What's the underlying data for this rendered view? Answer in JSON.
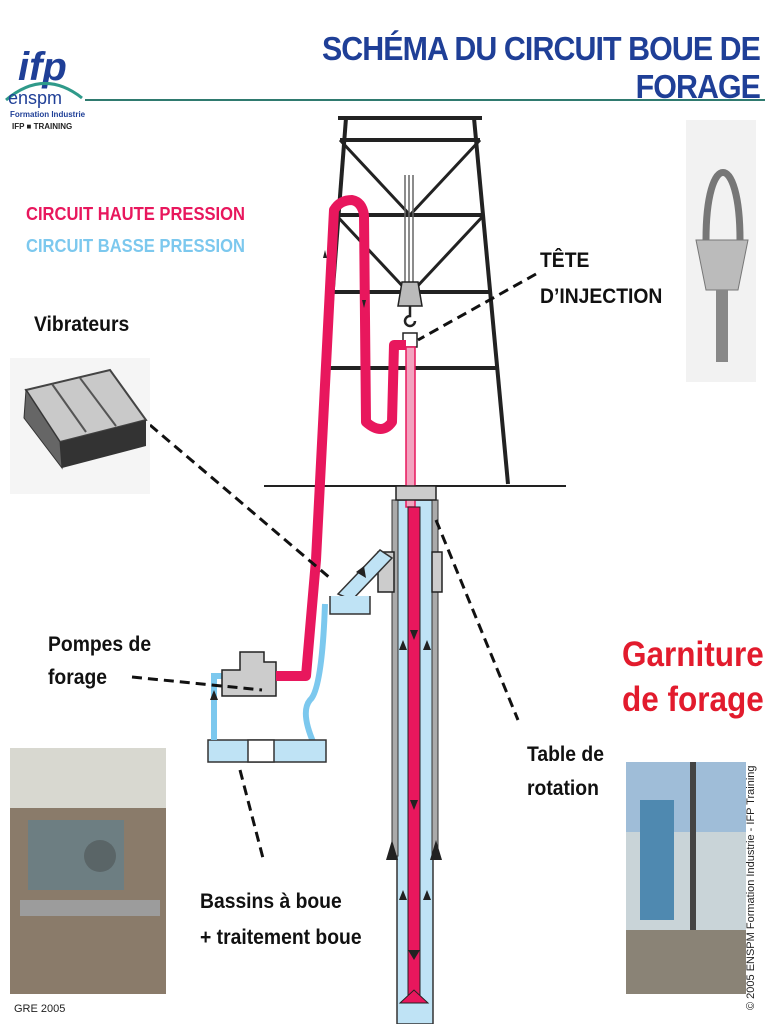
{
  "title": "SCHÉMA DU CIRCUIT BOUE DE FORAGE",
  "logo": {
    "name": "enspm",
    "line1": "Formation Industrie",
    "line2": "IFP  ■  TRAINING"
  },
  "legend": {
    "high_pressure": "CIRCUIT HAUTE PRESSION",
    "low_pressure": "CIRCUIT BASSE PRESSION",
    "high_color": "#e8175d",
    "low_color": "#7cc8ee"
  },
  "labels": {
    "vibrateurs": "Vibrateurs",
    "tete_line1": "TÊTE",
    "tete_line2": "D’INJECTION",
    "pompes_line1": "Pompes de",
    "pompes_line2": "forage",
    "table_line1": "Table de",
    "table_line2": "rotation",
    "bassins_line1": "Bassins à boue",
    "bassins_line2": "+ traitement boue",
    "garniture_line1": "Garniture",
    "garniture_line2": "de forage"
  },
  "footer": "GRE 2005",
  "copyright": "©  2005  ENSPM Formation Industrie - IFP Training"
}
